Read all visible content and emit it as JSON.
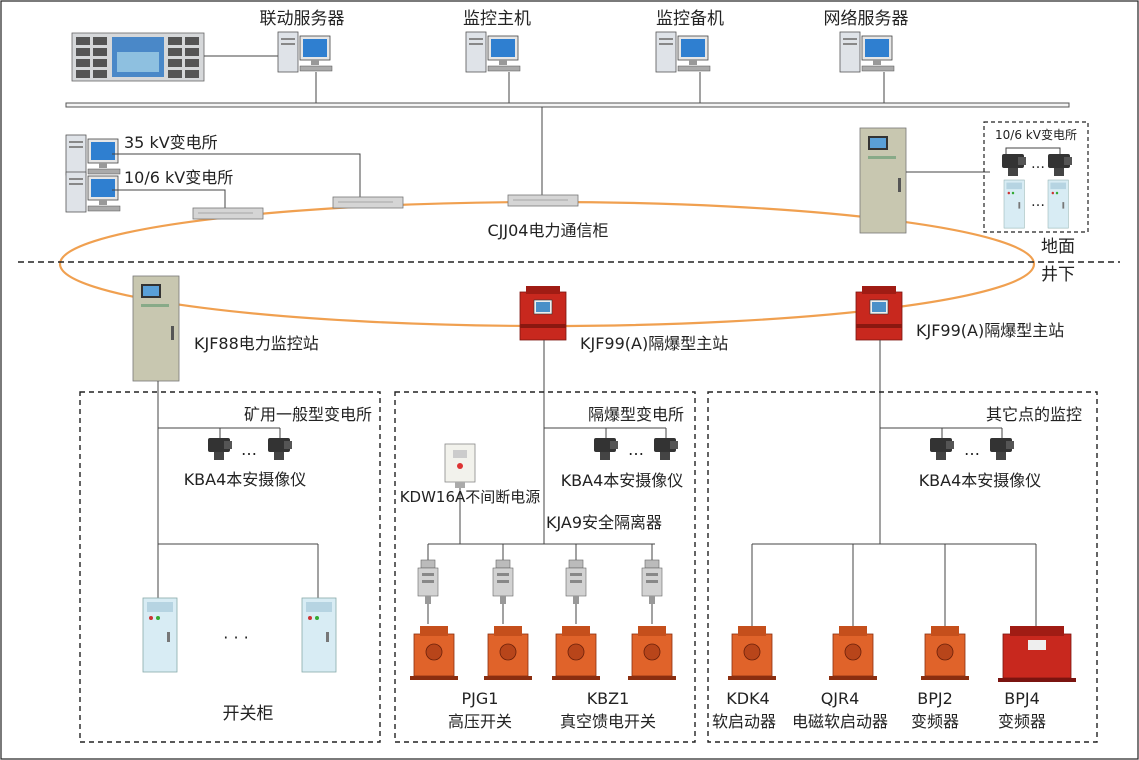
{
  "servers": [
    {
      "label": "联动服务器"
    },
    {
      "label": "监控主机"
    },
    {
      "label": "监控备机"
    },
    {
      "label": "网络服务器"
    }
  ],
  "substations_top": {
    "s35": "35 kV变电所",
    "s106": "10/6 kV变电所",
    "right_box": "10/6 kV变电所"
  },
  "ring_label": "CJJ04电力通信柜",
  "divider": {
    "above": "地面",
    "below": "井下"
  },
  "stations": {
    "kjf88": "KJF88电力监控站",
    "kjf99_mid": "KJF99(A)隔爆型主站",
    "kjf99_right": "KJF99(A)隔爆型主站"
  },
  "regions": {
    "left": {
      "title": "矿用一般型变电所",
      "camera": "KBA4本安摄像仪",
      "dots": "· · ·",
      "bottom": "开关柜"
    },
    "mid": {
      "title": "隔爆型变电所",
      "camera": "KBA4本安摄像仪",
      "ups": "KDW16A不间断电源",
      "isolator": "KJA9安全隔离器",
      "pjg1_a": "PJG1",
      "pjg1_b": "高压开关",
      "kbz1_a": "KBZ1",
      "kbz1_b": "真空馈电开关"
    },
    "right": {
      "title": "其它点的监控",
      "camera": "KBA4本安摄像仪",
      "kdk4_a": "KDK4",
      "kdk4_b": "软启动器",
      "qjr4_a": "QJR4",
      "qjr4_b": "电磁软启动器",
      "bpj2_a": "BPJ2",
      "bpj2_b": "变频器",
      "bpj4_a": "BPJ4",
      "bpj4_b": "变频器"
    }
  },
  "ellipsis": "…",
  "colors": {
    "ring": "#f0a050",
    "cabinet_gray": "#c8c7b0",
    "explosion_red": "#c8281e",
    "switch_orange": "#e0632a",
    "switch_blue": "#d8ecf4"
  }
}
